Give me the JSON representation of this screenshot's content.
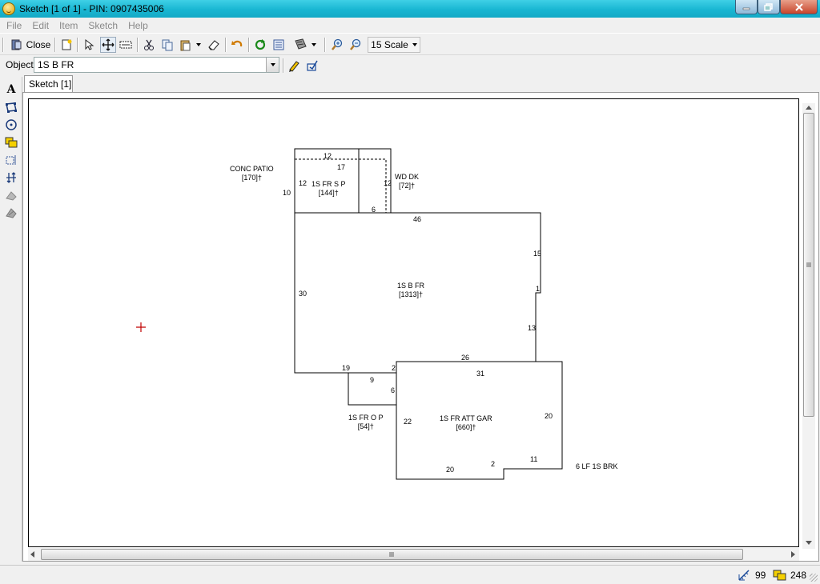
{
  "window": {
    "title": "Sketch [1 of 1] - PIN: 0907435006"
  },
  "menu": {
    "items": [
      "File",
      "Edit",
      "Item",
      "Sketch",
      "Help"
    ]
  },
  "toolbar": {
    "close_label": "Close",
    "scale_label": "15 Scale",
    "icons": [
      "new-sketch-icon",
      "select-arrow-icon",
      "move-icon",
      "label-icon",
      "cut-icon",
      "copy-icon",
      "paste-icon",
      "eraser-icon",
      "undo-icon",
      "refresh-icon",
      "list-icon",
      "flag-icon",
      "zoom-in-icon",
      "zoom-out-icon"
    ]
  },
  "object": {
    "label": "Object",
    "value": "1S B FR"
  },
  "tabs": [
    {
      "label": "Sketch [1]"
    }
  ],
  "sketch": {
    "areas": [
      {
        "name": "CONC PATIO",
        "area": "[170]†"
      },
      {
        "name": "1S FR S P",
        "area": "[144]†"
      },
      {
        "name": "WD DK",
        "area": "[72]†"
      },
      {
        "name": "1S B FR",
        "area": "[1313]†"
      },
      {
        "name": "1S FR O P",
        "area": "[54]†"
      },
      {
        "name": "1S FR ATT GAR",
        "area": "[660]†"
      }
    ],
    "note": "6 LF 1S BRK",
    "dimensions": [
      "12",
      "17",
      "10",
      "12",
      "12",
      "6",
      "46",
      "15",
      "1",
      "30",
      "13",
      "26",
      "19",
      "2",
      "9",
      "31",
      "6",
      "22",
      "20",
      "20",
      "2",
      "11"
    ]
  },
  "status": {
    "value_a": "99",
    "value_b": "248"
  },
  "colors": {
    "titlebar": "#19b6d2",
    "cursor_mark": "#c00000"
  }
}
